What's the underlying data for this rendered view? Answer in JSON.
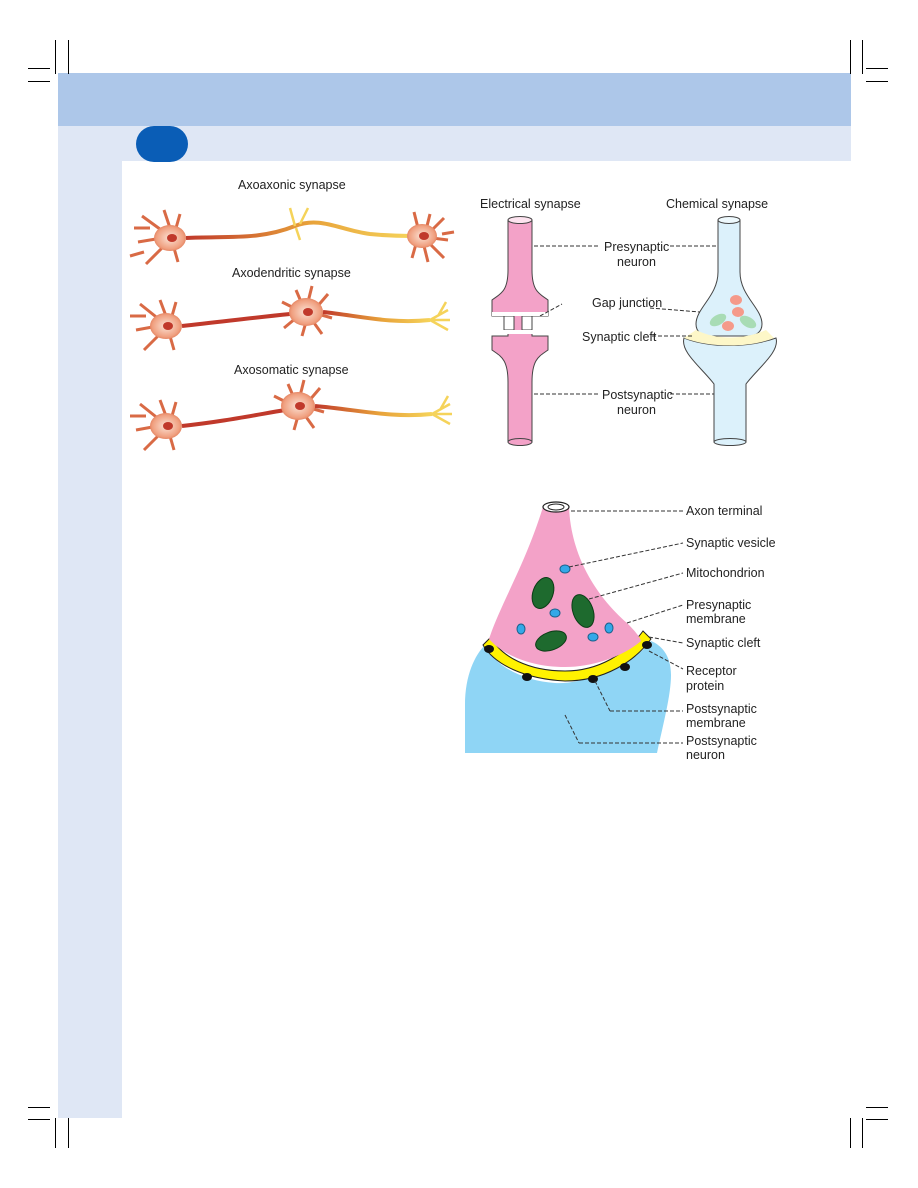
{
  "left_panel": {
    "titles": {
      "axoaxonic": "Axoaxonic synapse",
      "axodendritic": "Axodendritic synapse",
      "axosomatic": "Axosomatic synapse"
    }
  },
  "right_panel": {
    "headings": {
      "electrical": "Electrical synapse",
      "chemical": "Chemical synapse"
    },
    "labels": {
      "presynaptic_l1": "Presynaptic",
      "presynaptic_l2": "neuron",
      "gap_junction": "Gap junction",
      "synaptic_cleft": "Synaptic cleft",
      "postsynaptic_l1": "Postsynaptic",
      "postsynaptic_l2": "neuron"
    }
  },
  "bottom_diagram": {
    "labels": {
      "axon_terminal": "Axon terminal",
      "synaptic_vesicle": "Synaptic vesicle",
      "mitochondrion": "Mitochondrion",
      "presyn_membrane_l1": "Presynaptic",
      "presyn_membrane_l2": "membrane",
      "synaptic_cleft": "Synaptic cleft",
      "receptor_l1": "Receptor",
      "receptor_l2": "protein",
      "postsyn_membrane_l1": "Postsynaptic",
      "postsyn_membrane_l2": "membrane",
      "postsyn_neuron_l1": "Postsynaptic",
      "postsyn_neuron_l2": "neuron"
    }
  },
  "colors": {
    "header_band": "#adc7e9",
    "sub_band": "#dfe7f5",
    "badge": "#0a5db6",
    "membrane_pink": "#f3a2c8",
    "postsynaptic_blue": "#8fd5f5",
    "cleft_yellow": "#fff200",
    "mitochondrion_green": "#1e6a2e"
  }
}
